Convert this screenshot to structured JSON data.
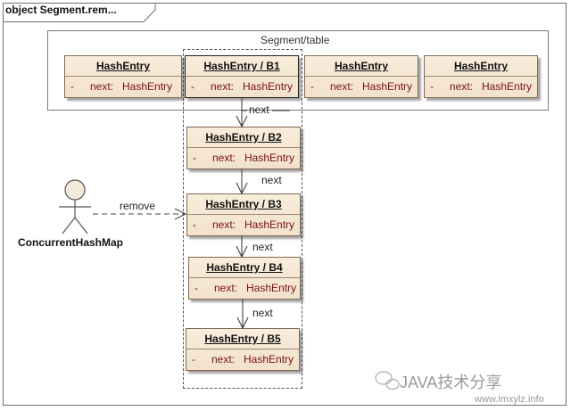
{
  "diagram": {
    "tab_title": "object Segment.rem...",
    "segment_label": "Segment/table",
    "actor_name": "ConcurrentHashMap",
    "edge_labels": {
      "next_1": "next",
      "next_2": "next",
      "next_3": "next",
      "next_4": "next",
      "remove": "remove"
    },
    "entries": [
      {
        "title": "HashEntry",
        "visibility": "-",
        "field": "next:",
        "type": "HashEntry"
      },
      {
        "title": "HashEntry / B1",
        "visibility": "-",
        "field": "next:",
        "type": "HashEntry"
      },
      {
        "title": "HashEntry",
        "visibility": "-",
        "field": "next:",
        "type": "HashEntry"
      },
      {
        "title": "HashEntry",
        "visibility": "-",
        "field": "next:",
        "type": "HashEntry"
      },
      {
        "title": "HashEntry / B2",
        "visibility": "-",
        "field": "next:",
        "type": "HashEntry"
      },
      {
        "title": "HashEntry / B3",
        "visibility": "-",
        "field": "next:",
        "type": "HashEntry"
      },
      {
        "title": "HashEntry / B4",
        "visibility": "-",
        "field": "next:",
        "type": "HashEntry"
      },
      {
        "title": "HashEntry / B5",
        "visibility": "-",
        "field": "next:",
        "type": "HashEntry"
      }
    ],
    "watermark": "JAVA技术分享",
    "watermark_url": "www.imxylz.info"
  }
}
